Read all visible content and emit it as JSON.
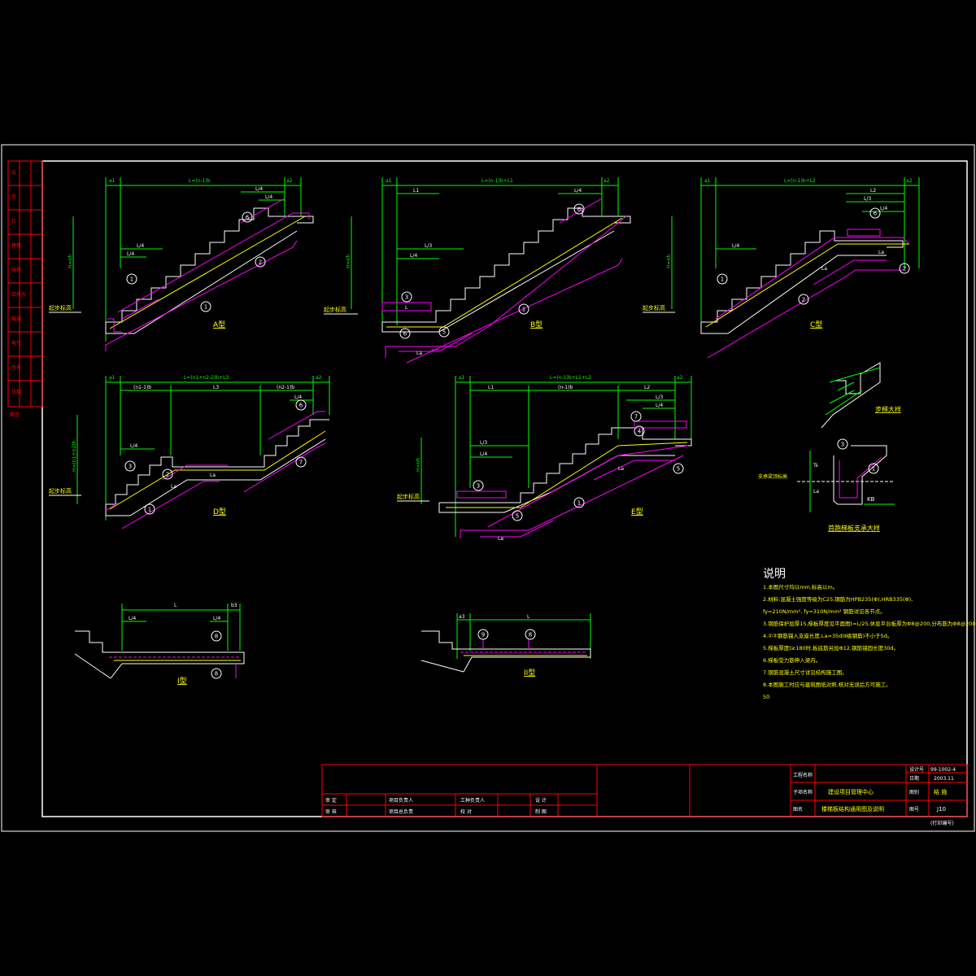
{
  "colors": {
    "background": "#000000",
    "frame": "#ffffff",
    "dim": "#00ff00",
    "stair": "#ffffff",
    "rebar": "#ff00ff",
    "note": "#ffff00",
    "titlebar": "#ff0000",
    "accent": "#00ffff"
  },
  "drawing": {
    "a": {
      "label": "A型",
      "span": "L=(n-1)b",
      "left_dim": "a1",
      "right_dim": "a2",
      "h_dim": "H=nh",
      "floor_note": "起步标高",
      "dims": [
        "L/4",
        "L/4",
        "L/4",
        "L/4"
      ]
    },
    "b": {
      "label": "B型",
      "span": "L=(n-1)b+L1",
      "left_dim": "a1",
      "right_dim": "a2",
      "h_dim": "H=nh",
      "floor_note": "起步标高",
      "dims": [
        "L1",
        "L/4",
        "L/3",
        "L/4",
        "La",
        "L"
      ]
    },
    "c": {
      "label": "C型",
      "span": "L=(n-1)b+L2",
      "left_dim": "a1",
      "right_dim": "a2",
      "h_dim": "H=nh",
      "floor_note": "起步标高",
      "dims": [
        "L2",
        "L/3",
        "L/4",
        "L/4",
        "La",
        "La"
      ]
    },
    "d": {
      "label": "D型",
      "span": "L=(n1+n2-2)b+L3",
      "left_dim": "a1",
      "right_dim": "a2",
      "h_dim": "H=(n1+n2)h",
      "floor_note": "起步标高",
      "dims": [
        "(n1-1)b",
        "L3",
        "(n2-1)b",
        "L/4",
        "L/4",
        "La",
        "La"
      ]
    },
    "e": {
      "label": "E型",
      "span": "L=(n-1)b+L1+L2",
      "left_dim": "a1",
      "right_dim": "a2",
      "h_dim": "H=nh",
      "floor_note": "起步标高",
      "dims": [
        "L1",
        "(n-1)b",
        "L2",
        "L/3",
        "L/4",
        "L/3",
        "L/4",
        "La",
        "La"
      ]
    },
    "f": {
      "label": "I型",
      "dims": [
        "L",
        "L/4",
        "L/4",
        "b3"
      ]
    },
    "g": {
      "label": "II型",
      "dims": [
        "a3",
        "L"
      ]
    },
    "detail1": {
      "label": "步梯大样"
    },
    "detail2": {
      "label": "首跑梯板支承大样",
      "floor_note": "支承梁顶标高",
      "dims": [
        "Ts",
        "La",
        "KB"
      ]
    },
    "circled_numbers": [
      "1",
      "2",
      "3",
      "4",
      "5",
      "6",
      "7",
      "8",
      "9"
    ]
  },
  "notes": {
    "title": "说明",
    "items": [
      "1.本图尺寸均以mm,标高以m。",
      "2.材料:混凝土强度等级为C25,钢筋为HPB235(Φ),HRB335(Φ),",
      "fy=210N/mm², fy=310N/mm² 钢筋详见各节点。",
      "3.钢筋保护层厚15,梯板厚度见平面图t=L/25,休息平台板厚为Φ8@200,分布筋为Φ8@200。",
      "4.①②钢筋锚入支座长度,La=35d(Ⅱ级钢筋)不小于5d。",
      "5.梯板厚度t≥180时,板底筋另加Φ12,钢筋锚固长度30d。",
      "6.梯板受力筋伸入梁内。",
      "7.钢筋混凝土尺寸详见结构施工图。",
      "8.本图施工时应与建筑图纸对照,核对无误后方可施工。",
      "50"
    ]
  },
  "title_block": {
    "rows": [
      "审 定",
      "审 核"
    ],
    "signers": [
      "项目负责人",
      "项目总负责"
    ],
    "engineers": [
      "工种负责人",
      "校 对"
    ],
    "checkers": [
      "设 计",
      "制 图"
    ],
    "label_project": "工程名称",
    "label_item": "子项名称",
    "label_drawing": "图名",
    "project": "建设项目管理中心",
    "drawing_title": "楼梯板结构通用图及说明",
    "right_labels": [
      "设计号",
      "日期",
      "图别",
      "图号"
    ],
    "right_values": [
      "99-1002-4",
      "2003.11",
      "结 施",
      "J10"
    ],
    "footer": "(打印编号)"
  },
  "side_strip": {
    "labels": [
      "会",
      "签",
      "栏",
      "建筑",
      "结构",
      "给排水",
      "暖通",
      "电气",
      "签名",
      "日期"
    ],
    "footer": "图签"
  }
}
